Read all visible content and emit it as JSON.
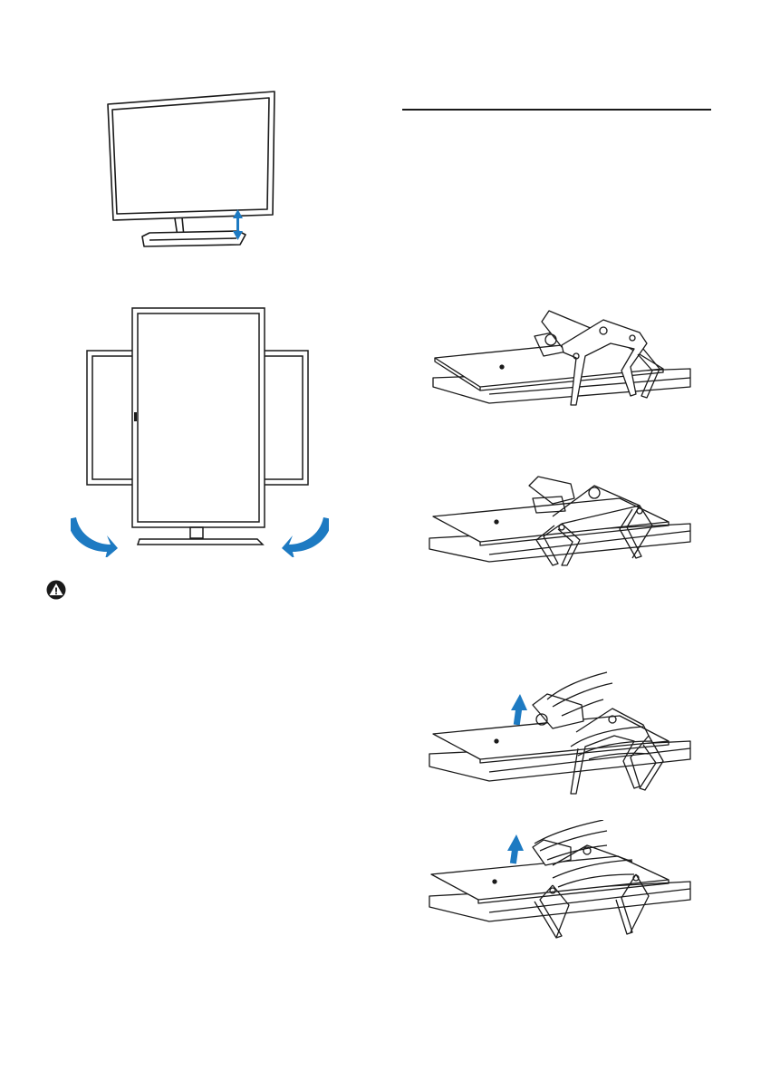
{
  "page": {
    "page_number": "",
    "colors": {
      "line": "#1a1a1a",
      "arrow": "#1d7ac2",
      "table": "#ffffff"
    }
  },
  "icons": {
    "warning": "warning-icon",
    "height_arrow": "vertical-double-arrow-icon",
    "rotate_arrows": "curved-arrow-icon",
    "lift_arrow": "up-arrow-icon"
  },
  "figures": [
    "monitor-height-adjust",
    "monitor-pivot",
    "stand-removal-step-1",
    "stand-removal-step-2",
    "stand-removal-step-3",
    "stand-removal-step-4"
  ]
}
